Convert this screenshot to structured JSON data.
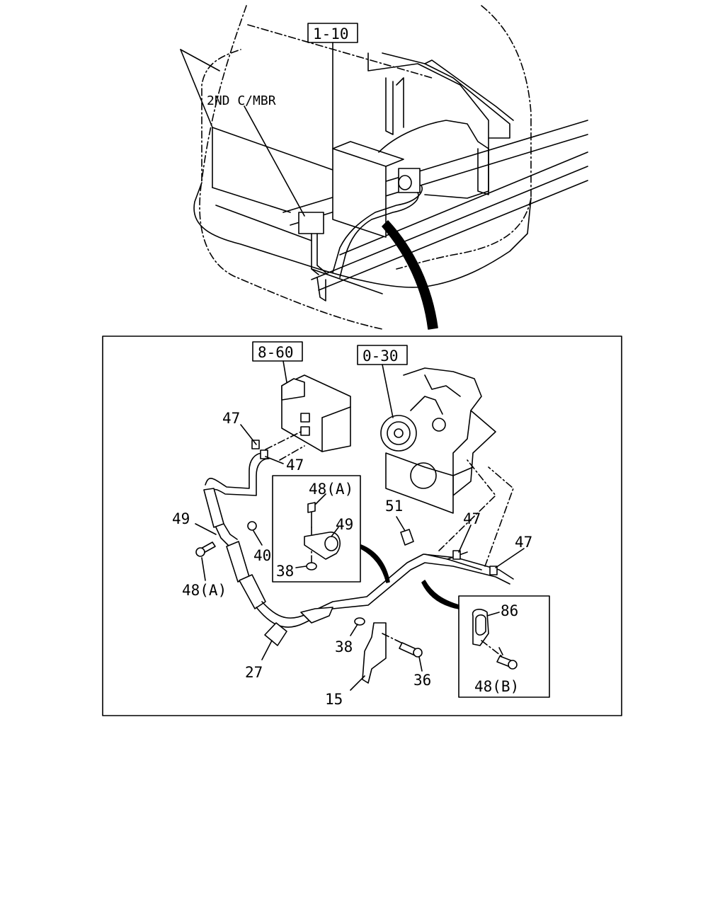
{
  "labels": {
    "ref_1_10": "1-10",
    "second_cmbr": "2ND C/MBR",
    "ref_8_60": "8-60",
    "ref_0_30": "0-30",
    "p47_a": "47",
    "p47_b": "47",
    "p47_c": "47",
    "p47_d": "47",
    "p49_main": "49",
    "p40": "40",
    "p48a_main": "48(A)",
    "p27": "27",
    "p38_main": "38",
    "p15": "15",
    "p36": "36",
    "p51": "51",
    "inset_48a": "48(A)",
    "inset_49": "49",
    "inset_38": "38",
    "inset_86": "86",
    "inset_48b": "48(B)"
  }
}
